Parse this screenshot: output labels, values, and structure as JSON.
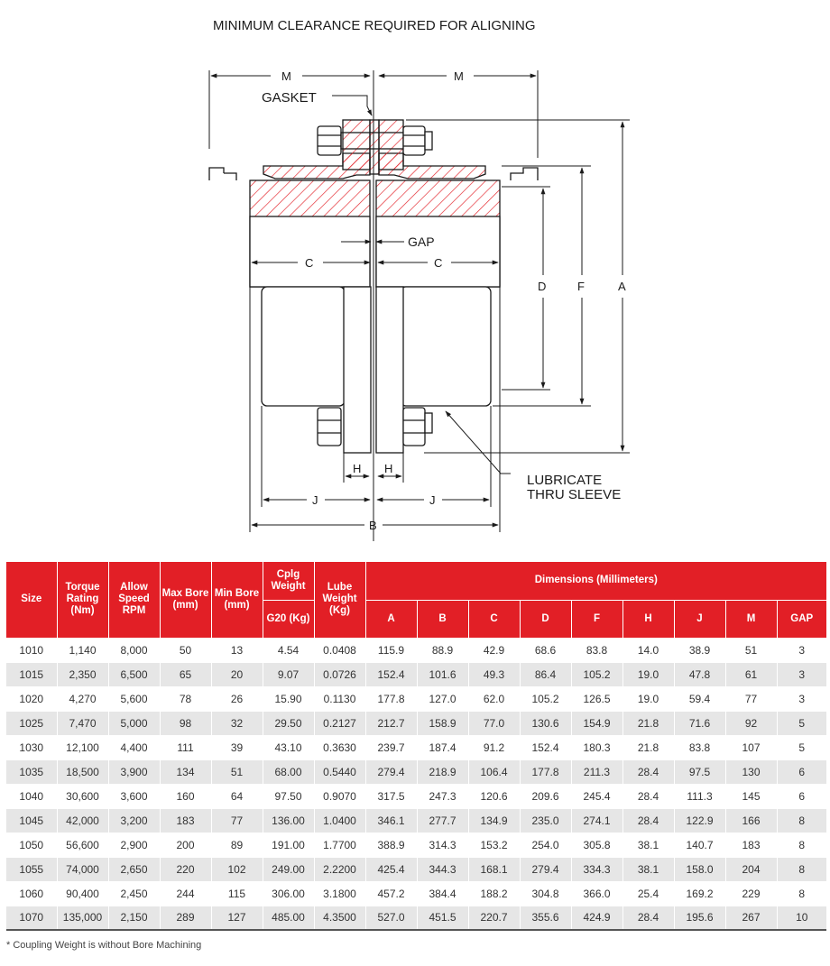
{
  "drawing": {
    "callouts": {
      "top": "MINIMUM CLEARANCE REQUIRED FOR ALIGNING",
      "gasket": "GASKET",
      "gap": "GAP",
      "lubricate_1": "LUBRICATE",
      "lubricate_2": "THRU SLEEVE"
    },
    "dims": {
      "m": "M",
      "c": "C",
      "d": "D",
      "f": "F",
      "a": "A",
      "h": "H",
      "j": "J",
      "b": "B"
    },
    "colors": {
      "section_hatch": "#e21f26",
      "line": "#1a1a1a"
    }
  },
  "table": {
    "headers": {
      "size": "Size",
      "torque": "Torque Rating (Nm)",
      "speed": "Allow Speed RPM",
      "max_bore": "Max Bore (mm)",
      "min_bore": "Min Bore (mm)",
      "cplg_weight": "Cplg Weight",
      "g20": "G20 (Kg)",
      "lube": "Lube Weight (Kg)",
      "dimensions": "Dimensions (Millimeters)",
      "a": "A",
      "b": "B",
      "c": "C",
      "d": "D",
      "f": "F",
      "h": "H",
      "j": "J",
      "m": "M",
      "gap": "GAP"
    },
    "rows": [
      [
        "1010",
        "1,140",
        "8,000",
        "50",
        "13",
        "4.54",
        "0.0408",
        "115.9",
        "88.9",
        "42.9",
        "68.6",
        "83.8",
        "14.0",
        "38.9",
        "51",
        "3"
      ],
      [
        "1015",
        "2,350",
        "6,500",
        "65",
        "20",
        "9.07",
        "0.0726",
        "152.4",
        "101.6",
        "49.3",
        "86.4",
        "105.2",
        "19.0",
        "47.8",
        "61",
        "3"
      ],
      [
        "1020",
        "4,270",
        "5,600",
        "78",
        "26",
        "15.90",
        "0.1130",
        "177.8",
        "127.0",
        "62.0",
        "105.2",
        "126.5",
        "19.0",
        "59.4",
        "77",
        "3"
      ],
      [
        "1025",
        "7,470",
        "5,000",
        "98",
        "32",
        "29.50",
        "0.2127",
        "212.7",
        "158.9",
        "77.0",
        "130.6",
        "154.9",
        "21.8",
        "71.6",
        "92",
        "5"
      ],
      [
        "1030",
        "12,100",
        "4,400",
        "111",
        "39",
        "43.10",
        "0.3630",
        "239.7",
        "187.4",
        "91.2",
        "152.4",
        "180.3",
        "21.8",
        "83.8",
        "107",
        "5"
      ],
      [
        "1035",
        "18,500",
        "3,900",
        "134",
        "51",
        "68.00",
        "0.5440",
        "279.4",
        "218.9",
        "106.4",
        "177.8",
        "211.3",
        "28.4",
        "97.5",
        "130",
        "6"
      ],
      [
        "1040",
        "30,600",
        "3,600",
        "160",
        "64",
        "97.50",
        "0.9070",
        "317.5",
        "247.3",
        "120.6",
        "209.6",
        "245.4",
        "28.4",
        "111.3",
        "145",
        "6"
      ],
      [
        "1045",
        "42,000",
        "3,200",
        "183",
        "77",
        "136.00",
        "1.0400",
        "346.1",
        "277.7",
        "134.9",
        "235.0",
        "274.1",
        "28.4",
        "122.9",
        "166",
        "8"
      ],
      [
        "1050",
        "56,600",
        "2,900",
        "200",
        "89",
        "191.00",
        "1.7700",
        "388.9",
        "314.3",
        "153.2",
        "254.0",
        "305.8",
        "38.1",
        "140.7",
        "183",
        "8"
      ],
      [
        "1055",
        "74,000",
        "2,650",
        "220",
        "102",
        "249.00",
        "2.2200",
        "425.4",
        "344.3",
        "168.1",
        "279.4",
        "334.3",
        "38.1",
        "158.0",
        "204",
        "8"
      ],
      [
        "1060",
        "90,400",
        "2,450",
        "244",
        "115",
        "306.00",
        "3.1800",
        "457.2",
        "384.4",
        "188.2",
        "304.8",
        "366.0",
        "25.4",
        "169.2",
        "229",
        "8"
      ],
      [
        "1070",
        "135,000",
        "2,150",
        "289",
        "127",
        "485.00",
        "4.3500",
        "527.0",
        "451.5",
        "220.7",
        "355.6",
        "424.9",
        "28.4",
        "195.6",
        "267",
        "10"
      ]
    ],
    "colors": {
      "header_bg": "#e21f26",
      "stripe": "#e6e6e6"
    }
  },
  "footnote": "* Coupling Weight is without Bore Machining"
}
